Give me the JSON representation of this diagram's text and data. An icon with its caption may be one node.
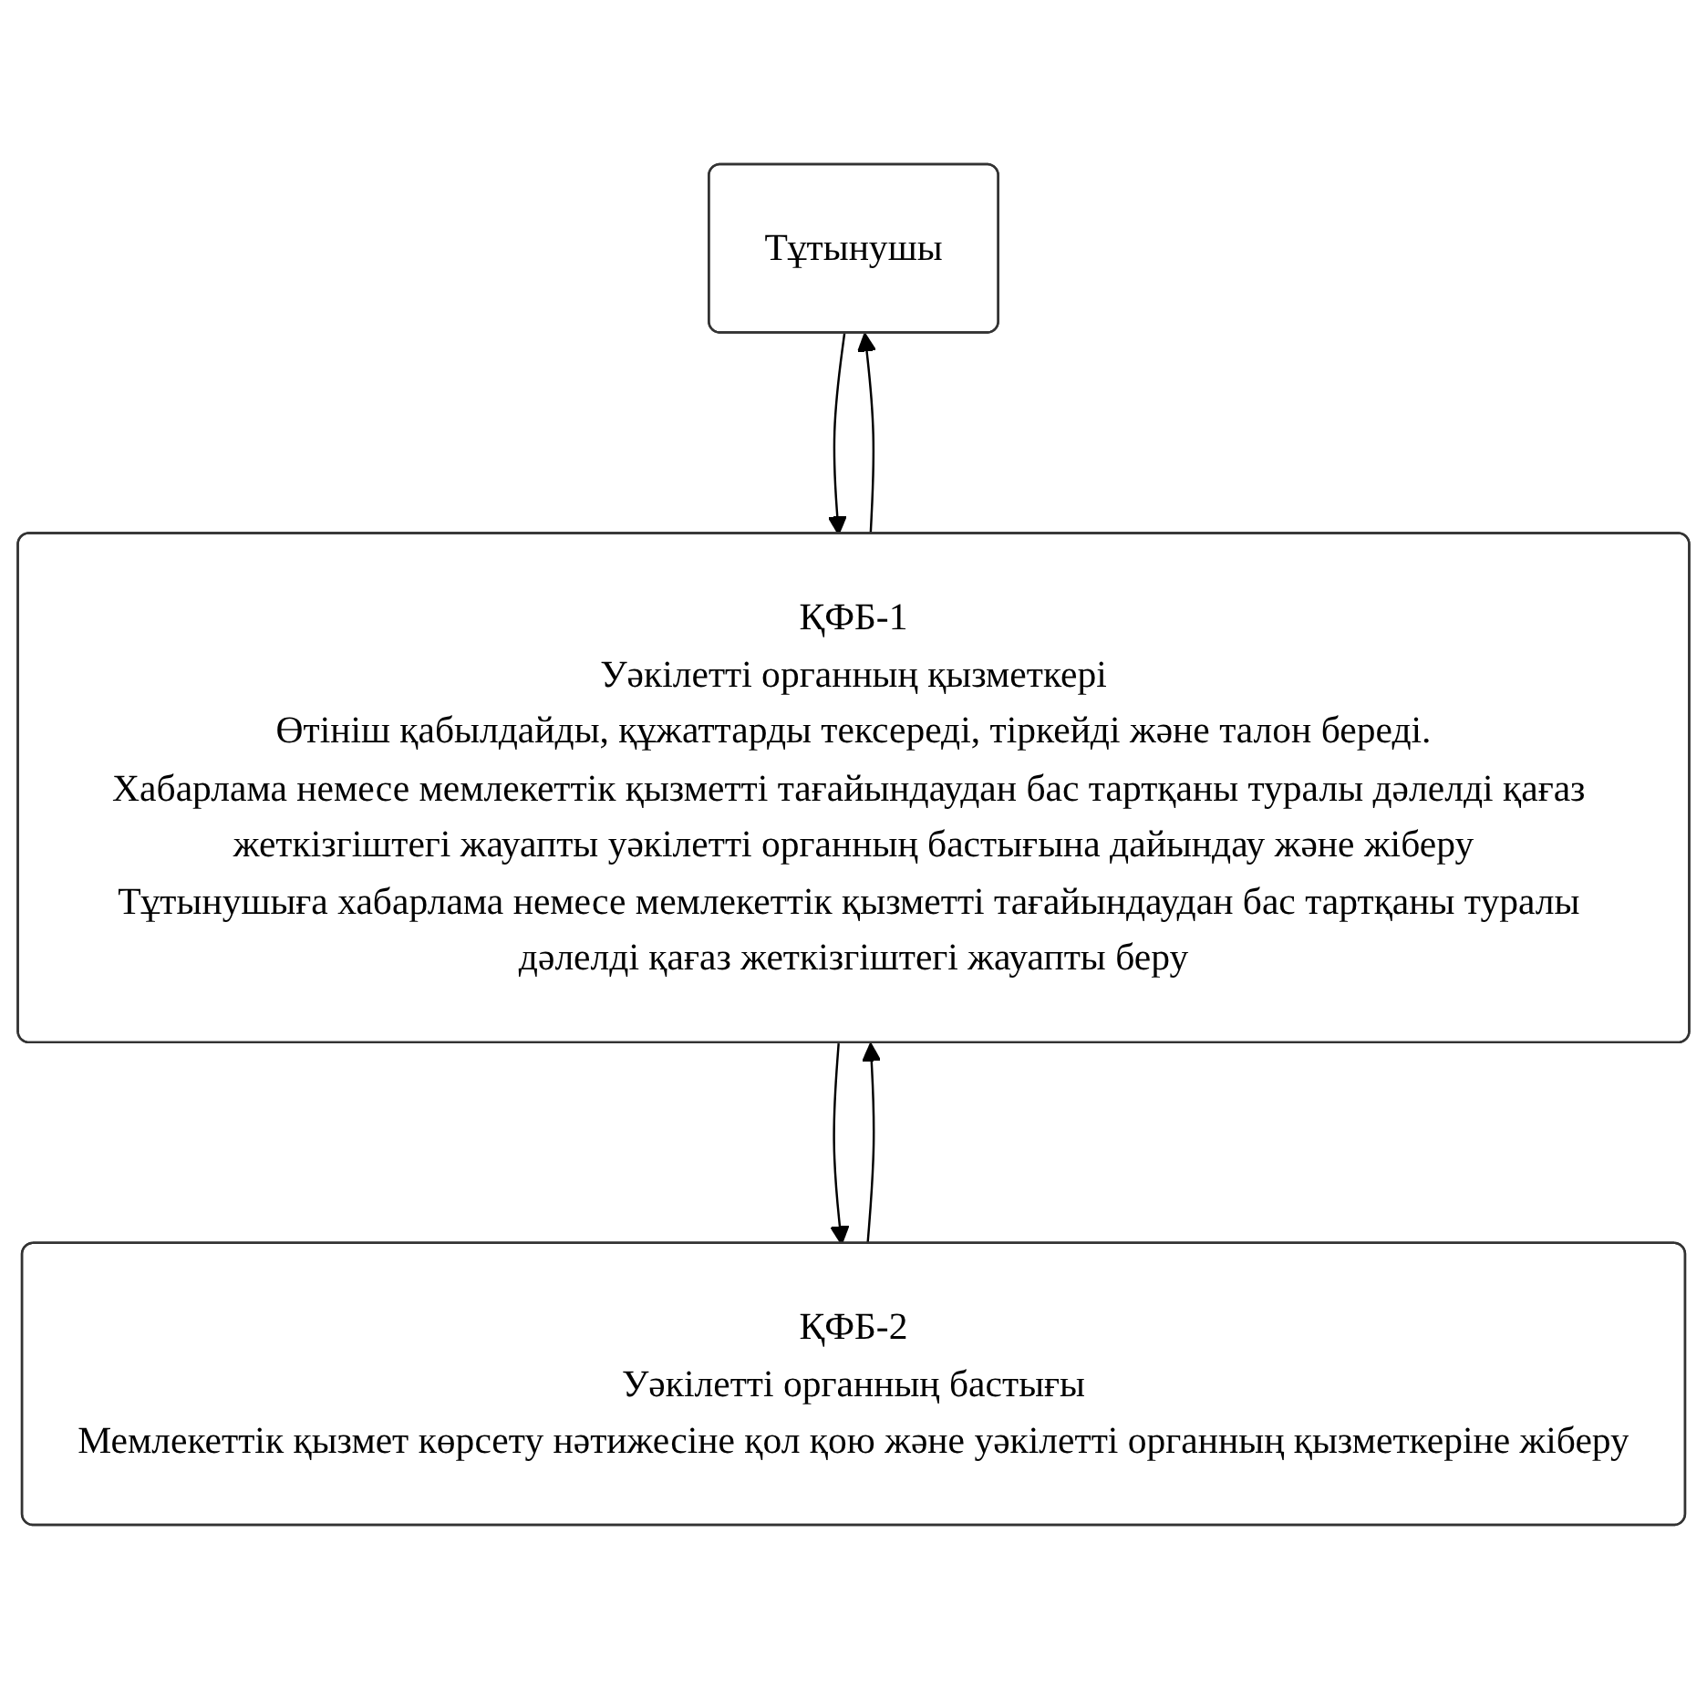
{
  "diagram": {
    "nodes": [
      {
        "text": [
          "Тұтынушы"
        ]
      },
      {
        "text": [
          "ҚФБ-1",
          "Уәкілетті органның қызметкері",
          "Өтініш қабылдайды, құжаттарды тексереді, тіркейді және талон береді.",
          "Хабарлама немесе мемлекеттік қызметті тағайындаудан бас тартқаны туралы дәлелді қағаз жеткізгіштегі жауапты уәкілетті органның бастығына дайындау және жіберу",
          "Тұтынушыға хабарлама немесе мемлекеттік қызметті тағайындаудан бас тартқаны туралы дәлелді қағаз жеткізгіштегі жауапты беру"
        ]
      },
      {
        "text": [
          "ҚФБ-2",
          "Уәкілетті органның бастығы",
          "Мемлекеттік қызмет көрсету нәтижесіне қол қою және уәкілетті органның қызметкеріне жіберу"
        ]
      }
    ],
    "edges": [
      {
        "from": 0,
        "to": 1,
        "arrow": "to"
      },
      {
        "from": 1,
        "to": 0,
        "arrow": "to"
      },
      {
        "from": 1,
        "to": 2,
        "arrow": "to"
      },
      {
        "from": 2,
        "to": 1,
        "arrow": "to"
      }
    ]
  }
}
